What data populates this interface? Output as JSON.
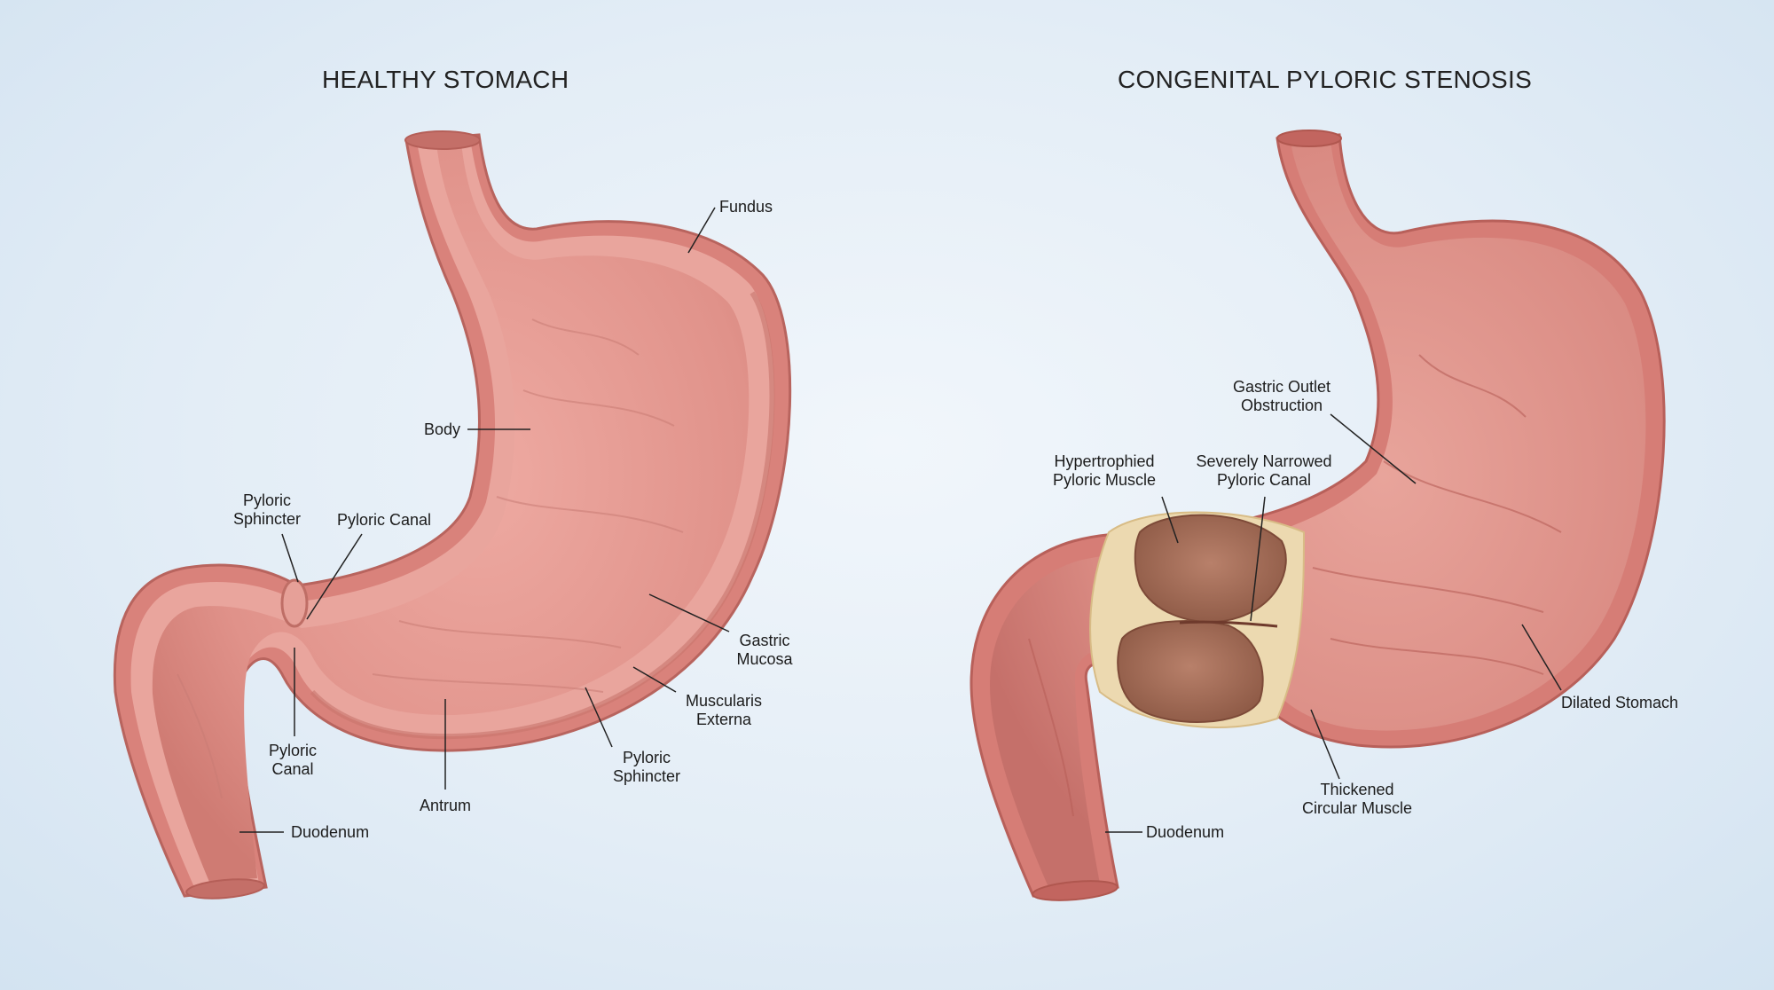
{
  "titles": {
    "healthy": "HEALTHY STOMACH",
    "stenosis": "CONGENITAL PYLORIC STENOSIS"
  },
  "healthy_labels": {
    "fundus": "Fundus",
    "body": "Body",
    "pyloric_sphincter_top_1": "Pyloric",
    "pyloric_sphincter_top_2": "Sphincter",
    "pyloric_canal_top": "Pyloric Canal",
    "gastric_mucosa_1": "Gastric",
    "gastric_mucosa_2": "Mucosa",
    "muscularis_1": "Muscularis",
    "muscularis_2": "Externa",
    "pyloric_canal_bottom_1": "Pyloric",
    "pyloric_canal_bottom_2": "Canal",
    "pyloric_sphincter_bottom_1": "Pyloric",
    "pyloric_sphincter_bottom_2": "Sphincter",
    "antrum": "Antrum",
    "duodenum": "Duodenum"
  },
  "stenosis_labels": {
    "gastric_outlet_1": "Gastric Outlet",
    "gastric_outlet_2": "Obstruction",
    "hypertrophied_1": "Hypertrophied",
    "hypertrophied_2": "Pyloric Muscle",
    "narrowed_1": "Severely Narrowed",
    "narrowed_2": "Pyloric Canal",
    "dilated": "Dilated Stomach",
    "thickened_1": "Thickened",
    "thickened_2": "Circular Muscle",
    "duodenum": "Duodenum"
  },
  "colors": {
    "tissue_outer": "#d9827b",
    "tissue_wall": "#e9a59d",
    "tissue_inner": "#e2958c",
    "muscle_dark": "#b9654f",
    "hypertrophy": "#a9705a",
    "fat": "#ecd9b0"
  }
}
